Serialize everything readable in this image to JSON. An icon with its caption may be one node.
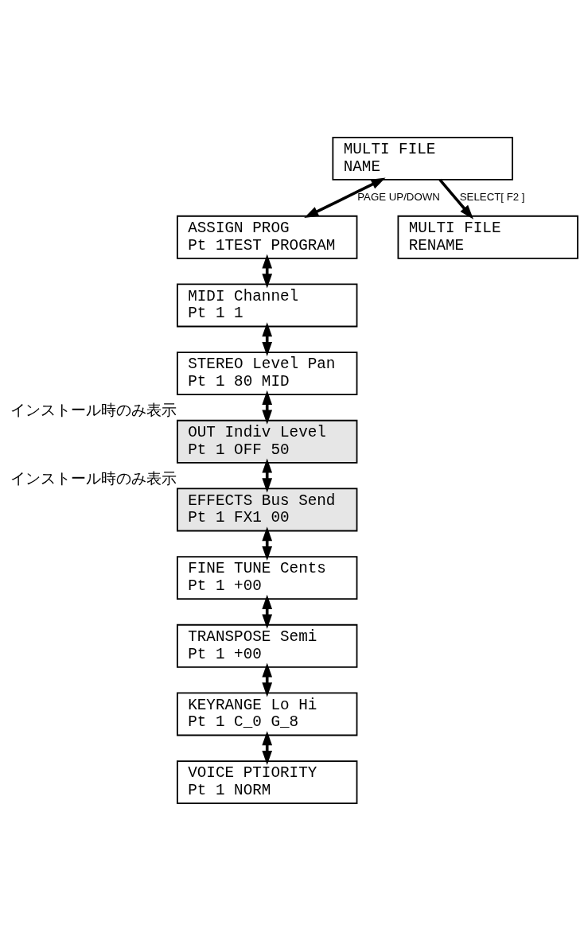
{
  "diagram": {
    "nodes": [
      {
        "text": [
          "MULTI FILE",
          "NAME"
        ]
      },
      {
        "text": [
          "ASSIGN PROG",
          "Pt 1TEST PROGRAM"
        ]
      },
      {
        "text": [
          "MULTI FILE",
          "RENAME"
        ]
      },
      {
        "text": [
          "MIDI Channel",
          "Pt 1 1"
        ]
      },
      {
        "text": [
          "STEREO Level Pan",
          "Pt 1 80 MID"
        ]
      },
      {
        "text": [
          "OUT Indiv Level",
          "Pt 1 OFF 50"
        ],
        "beside": [
          "インストール時のみ表示"
        ]
      },
      {
        "text": [
          "EFFECTS Bus Send",
          "Pt 1 FX1 00"
        ],
        "beside": [
          "インストール時のみ表示"
        ]
      },
      {
        "text": [
          "FINE TUNE Cents",
          "Pt 1 +00"
        ]
      },
      {
        "text": [
          "TRANSPOSE Semi",
          "Pt 1 +00"
        ]
      },
      {
        "text": [
          "KEYRANGE Lo Hi",
          "Pt 1 C_0 G_8"
        ]
      },
      {
        "text": [
          "VOICE PTIORITY",
          "Pt 1 NORM"
        ]
      }
    ],
    "edges": [
      {
        "from": 0,
        "to": 1,
        "arrow": "both",
        "label": "PAGE UP/DOWN"
      },
      {
        "from": 0,
        "to": 2,
        "arrow": "to",
        "label": "SELECT[ F2 ]"
      },
      {
        "from": 1,
        "to": 3,
        "arrow": "both"
      },
      {
        "from": 3,
        "to": 4,
        "arrow": "both"
      },
      {
        "from": 4,
        "to": 5,
        "arrow": "both"
      },
      {
        "from": 5,
        "to": 6,
        "arrow": "both"
      },
      {
        "from": 6,
        "to": 7,
        "arrow": "both"
      },
      {
        "from": 7,
        "to": 8,
        "arrow": "both"
      },
      {
        "from": 8,
        "to": 9,
        "arrow": "both"
      },
      {
        "from": 9,
        "to": 10,
        "arrow": "both"
      }
    ]
  }
}
